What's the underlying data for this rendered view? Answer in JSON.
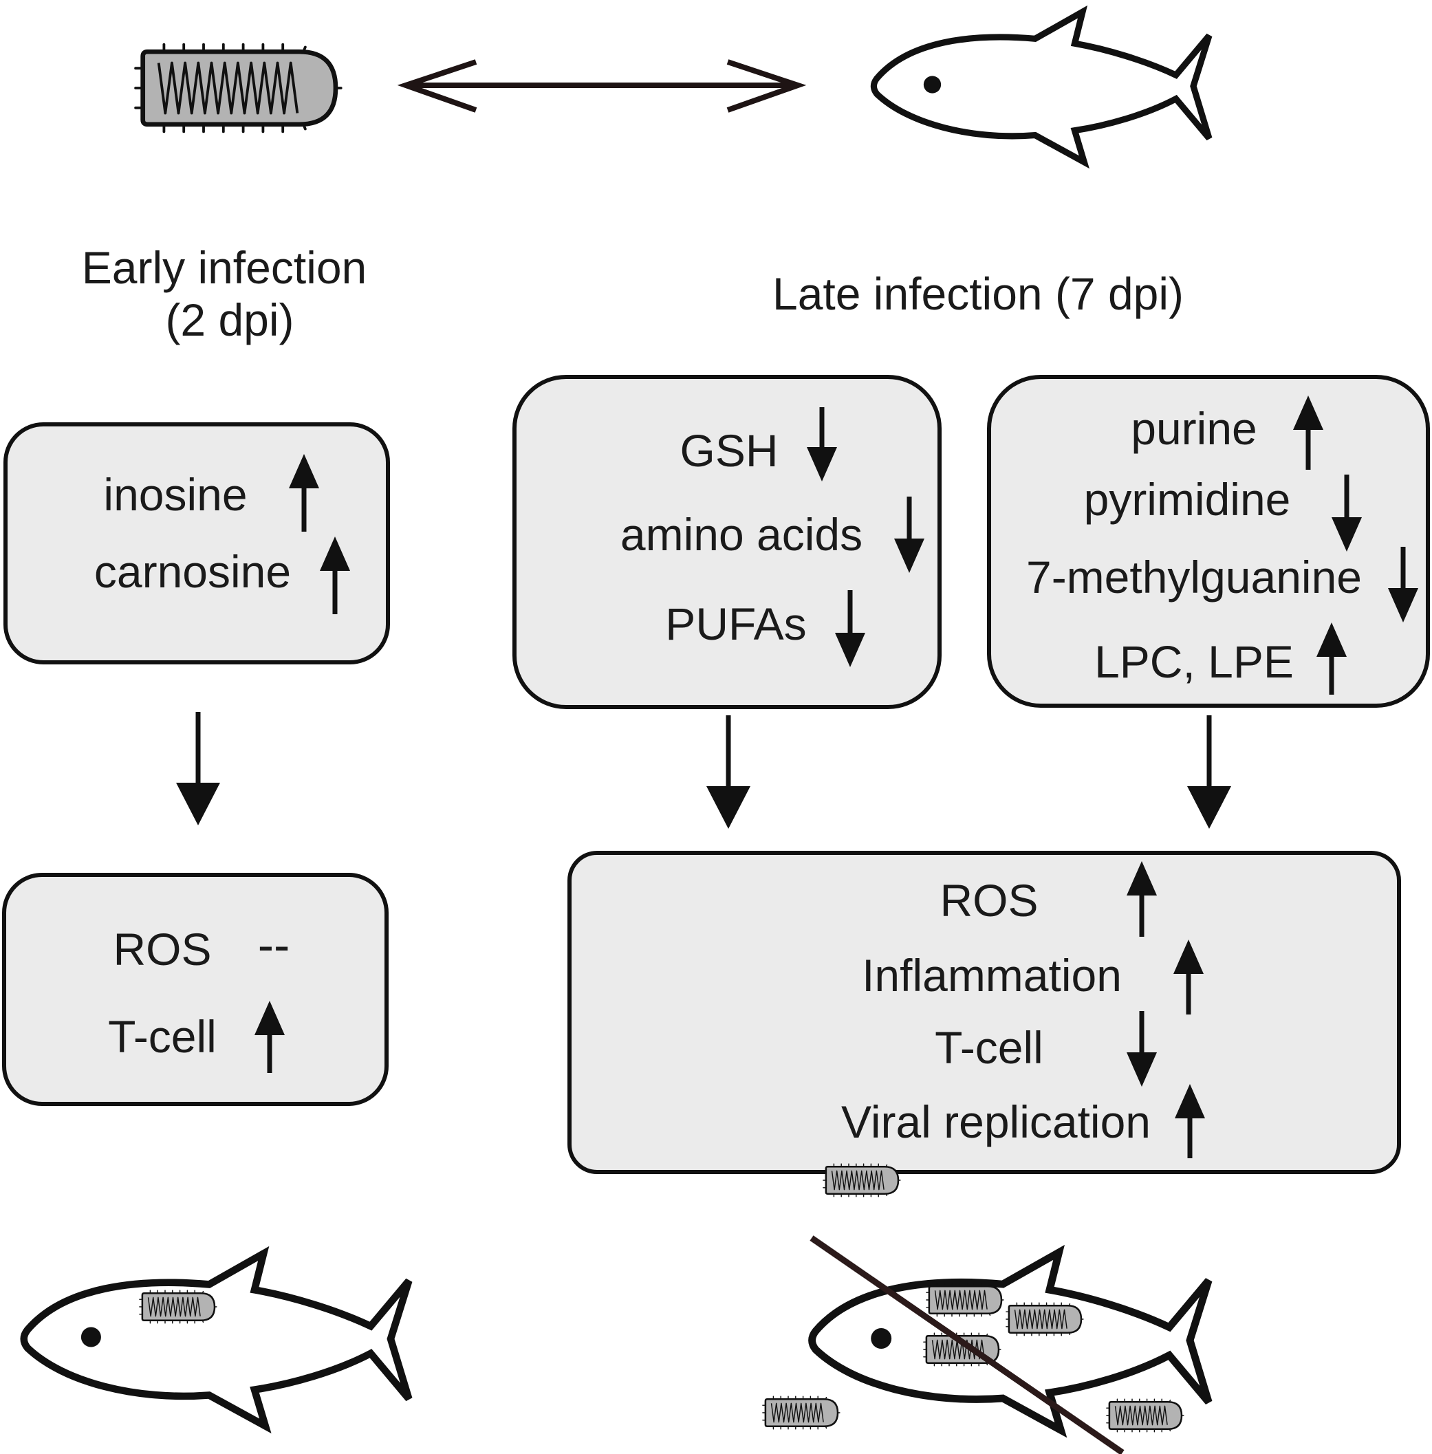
{
  "headings": {
    "early": [
      "Early infection",
      "(2 dpi)"
    ],
    "late": "Late infection (7 dpi)"
  },
  "early_box": {
    "items": [
      {
        "label": "inosine",
        "trend": "up"
      },
      {
        "label": "carnosine",
        "trend": "up"
      }
    ]
  },
  "early_result_box": {
    "items": [
      {
        "label": "ROS",
        "trend": "unchanged",
        "symbol": "--"
      },
      {
        "label": "T-cell",
        "trend": "up"
      }
    ]
  },
  "late_box_left": {
    "items": [
      {
        "label": "GSH",
        "trend": "down"
      },
      {
        "label": "amino acids",
        "trend": "down"
      },
      {
        "label": "PUFAs",
        "trend": "down"
      }
    ]
  },
  "late_box_right": {
    "items": [
      {
        "label": "purine",
        "trend": "up"
      },
      {
        "label": "pyrimidine",
        "trend": "down"
      },
      {
        "label": "7-methylguanine",
        "trend": "down"
      },
      {
        "label": "LPC, LPE",
        "trend": "up"
      }
    ]
  },
  "late_result_box": {
    "items": [
      {
        "label": "ROS",
        "trend": "up"
      },
      {
        "label": "Inflammation",
        "trend": "up"
      },
      {
        "label": "T-cell",
        "trend": "down"
      },
      {
        "label": "Viral replication",
        "trend": "up"
      }
    ]
  },
  "icons": [
    "virus-icon",
    "fish-icon",
    "infected-fish-icon",
    "dead-fish-icon"
  ],
  "colors": {
    "box_fill": "#ebebeb",
    "virus_fill": "#b3b3b3",
    "stroke": "#111111"
  }
}
